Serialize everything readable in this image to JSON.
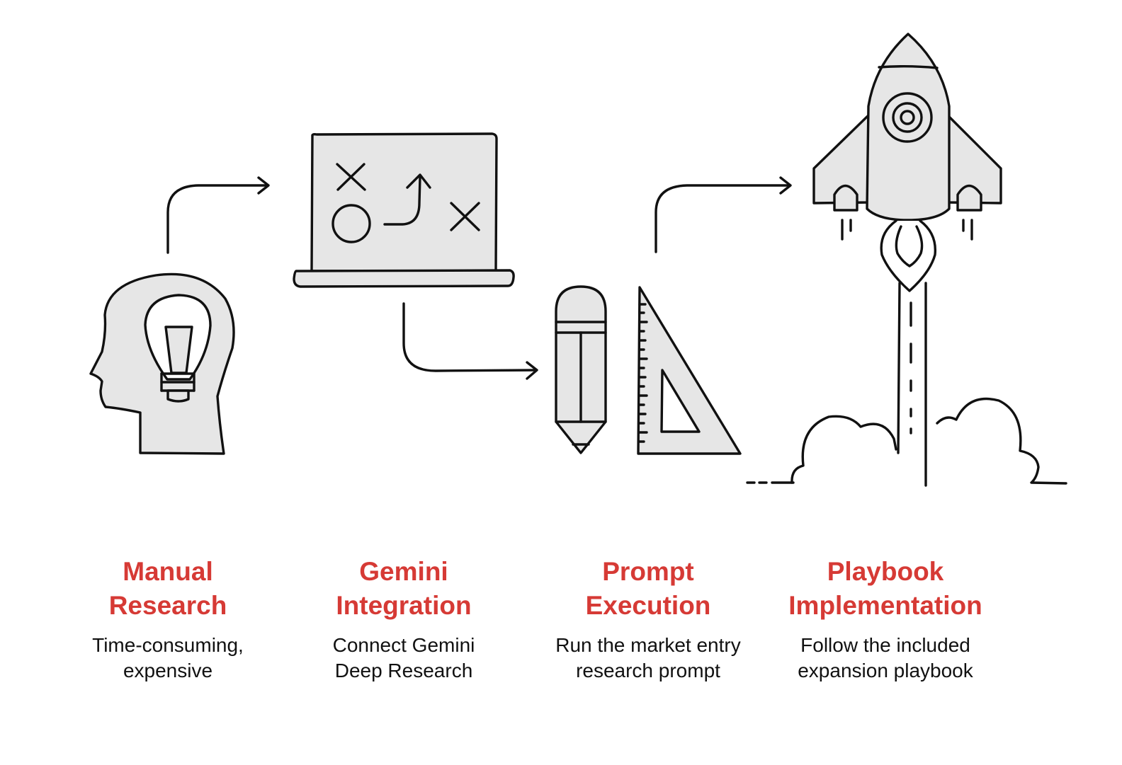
{
  "steps": [
    {
      "title_lines": [
        "Manual",
        "Research"
      ],
      "desc_lines": [
        "Time-consuming,",
        "expensive"
      ]
    },
    {
      "title_lines": [
        "Gemini",
        "Integration"
      ],
      "desc_lines": [
        "Connect Gemini",
        "Deep Research"
      ]
    },
    {
      "title_lines": [
        "Prompt",
        "Execution"
      ],
      "desc_lines": [
        "Run the market entry",
        "research prompt"
      ]
    },
    {
      "title_lines": [
        "Playbook",
        "Implementation"
      ],
      "desc_lines": [
        "Follow the included",
        "expansion playbook"
      ]
    }
  ],
  "colors": {
    "accent": "#d63a35",
    "text": "#111111",
    "icon_fill": "#e6e6e6",
    "background": "#ffffff"
  },
  "icons": {
    "step_1": "head-with-lightbulb-icon",
    "step_2": "laptop-with-strategy-icon",
    "step_3": "pencil-and-ruler-icon",
    "step_4": "rocket-launch-icon"
  }
}
